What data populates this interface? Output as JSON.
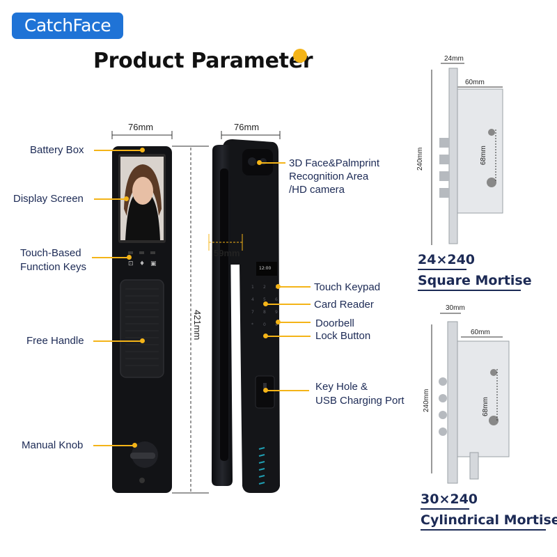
{
  "brand": {
    "logo_text": "CatchFace"
  },
  "title": "Product Parameter",
  "dimensions": {
    "front_width": "76mm",
    "side_width": "76mm",
    "height": "421mm",
    "depth": "59mm"
  },
  "lock_screen": {
    "time": "12:00"
  },
  "left_labels": {
    "battery_box": "Battery Box",
    "display_screen": "Display Screen",
    "touch_keys_line1": "Touch-Based",
    "touch_keys_line2": "Function Keys",
    "free_handle": "Free Handle",
    "manual_knob": "Manual Knob"
  },
  "right_labels": {
    "face_line1": "3D Face&Palmprint",
    "face_line2": "Recognition Area",
    "face_line3": "/HD camera",
    "touch_keypad": "Touch Keypad",
    "card_reader": "Card Reader",
    "doorbell": "Doorbell",
    "lock_button": "Lock Button",
    "keyhole_line1": "Key Hole &",
    "keyhole_line2": "USB Charging Port"
  },
  "mortise_square": {
    "top_width": "24mm",
    "inner_width": "60mm",
    "height": "240mm",
    "inner_height": "68mm",
    "size": "24×240",
    "name": "Square Mortise"
  },
  "mortise_cylindrical": {
    "top_width": "30mm",
    "inner_width": "60mm",
    "height": "240mm",
    "inner_height": "68mm",
    "size": "30×240",
    "name": "Cylindrical Mortise"
  },
  "colors": {
    "brand_blue": "#1f73d6",
    "accent_yellow": "#f4b418",
    "text_navy": "#1c2a55",
    "lock_black": "#121316"
  }
}
